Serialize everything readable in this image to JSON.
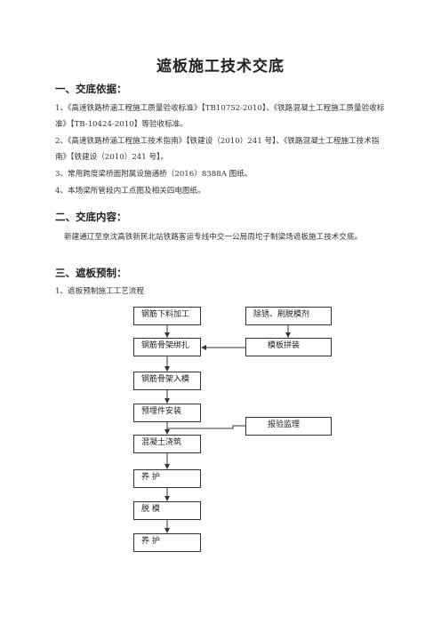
{
  "title": "遮板施工技术交底",
  "section1": {
    "heading": "一、交底依据：",
    "items": [
      "1、《高速铁路桥涵工程施工质量验收标准》【TB10752-2010】、《铁路混凝土工程施工质量验收标准》【TB-10424-2010】等验收标准。",
      "2、《高速铁路桥涵工程施工技术指南》【铁建设（2010）241 号】、《铁路混凝土工程施工技术指南》【铁建设（2010）241 号】。",
      "3、常用跨度梁桥面附属设施通桥（2016）8388A 图纸。",
      "4、本场梁所管段内工点图及相关四电图纸。"
    ]
  },
  "section2": {
    "heading": "二、交底内容：",
    "text": "新建通辽至京沈高铁新民北站铁路客运专线中交一公局周坨子制梁场遮板施工技术交底。"
  },
  "section3": {
    "heading": "三、遮板预制：",
    "subheading": "1、遮板预制施工工艺流程"
  },
  "flow": {
    "main": [
      "钢筋下料加工",
      "钢筋骨架绑扎",
      "钢筋骨架入模",
      "预埋件安装",
      "混凝土浇筑",
      "养 护",
      "脱 模",
      "养 护"
    ],
    "side": [
      "除锈、刷脱模剂",
      "模板拼装",
      "报验监理"
    ]
  }
}
